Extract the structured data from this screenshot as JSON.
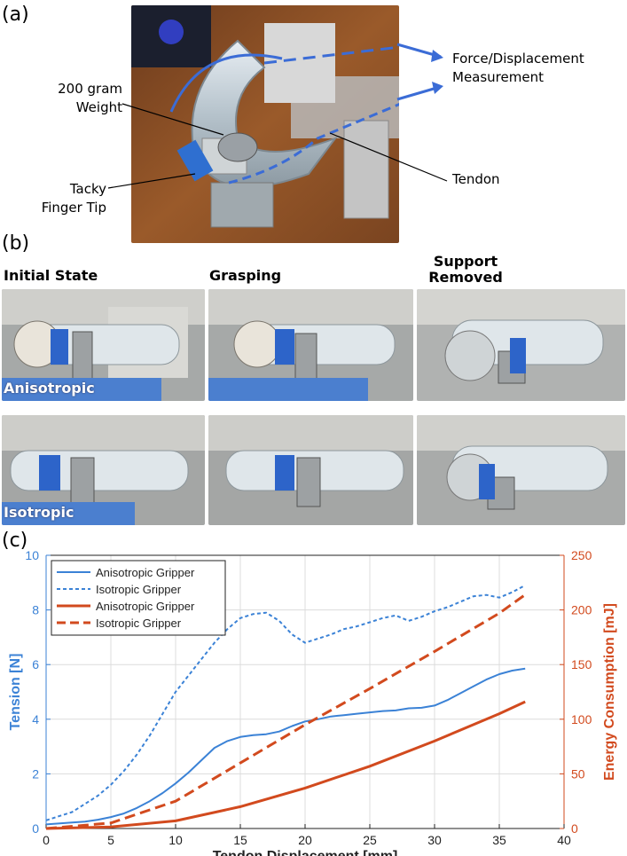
{
  "panel_a": {
    "label": "(a)",
    "callouts": {
      "weight_line1": "200 gram",
      "weight_line2": "Weight",
      "tip_line1": "Tacky",
      "tip_line2": "Finger Tip",
      "force_line1": "Force/Displacement",
      "force_line2": "Measurement",
      "tendon": "Tendon"
    }
  },
  "panel_b": {
    "label": "(b)",
    "columns": [
      "Initial State",
      "Grasping",
      "Support Removed"
    ],
    "rows": [
      "Anisotropic",
      "Isotropic"
    ]
  },
  "panel_c": {
    "label": "(c)"
  },
  "chart_data": {
    "type": "line",
    "xlabel": "Tendon Displacement [mm]",
    "ylabel_left": "Tension [N]",
    "ylabel_right": "Energy Consumption [mJ]",
    "xlim": [
      0,
      40
    ],
    "ylim_left": [
      0,
      10
    ],
    "ylim_right": [
      0,
      250
    ],
    "xticks": [
      "0",
      "5",
      "10",
      "15",
      "20",
      "25",
      "30",
      "35",
      "40"
    ],
    "yticks_left": [
      "0",
      "2",
      "4",
      "6",
      "8",
      "10"
    ],
    "yticks_right": [
      "0",
      "50",
      "100",
      "150",
      "200",
      "250"
    ],
    "grid": true,
    "legend_position": "top-left",
    "colors": {
      "blue": "#3b82d6",
      "orange": "#d24a1e"
    },
    "series": [
      {
        "name": "Anisotropic Gripper",
        "axis": "left",
        "style": "solid",
        "color": "#3b82d6",
        "x": [
          0,
          2,
          3,
          4,
          5,
          6,
          7,
          8,
          9,
          10,
          11,
          12,
          13,
          14,
          15,
          16,
          17,
          18,
          19,
          20,
          21,
          22,
          23,
          24,
          25,
          26,
          27,
          28,
          29,
          30,
          31,
          32,
          33,
          34,
          35,
          36,
          37
        ],
        "y": [
          0.15,
          0.22,
          0.25,
          0.32,
          0.42,
          0.55,
          0.75,
          1.0,
          1.3,
          1.65,
          2.05,
          2.5,
          2.95,
          3.2,
          3.35,
          3.42,
          3.45,
          3.55,
          3.75,
          3.92,
          4.0,
          4.1,
          4.15,
          4.2,
          4.25,
          4.3,
          4.32,
          4.4,
          4.42,
          4.5,
          4.7,
          4.95,
          5.2,
          5.45,
          5.65,
          5.78,
          5.85
        ]
      },
      {
        "name": "Isotropic Gripper",
        "axis": "left",
        "style": "dotted",
        "color": "#3b82d6",
        "x": [
          0,
          1,
          2,
          3,
          4,
          5,
          6,
          7,
          8,
          9,
          10,
          11,
          12,
          13,
          14,
          15,
          16,
          17,
          18,
          19,
          20,
          21,
          22,
          23,
          24,
          25,
          26,
          27,
          28,
          29,
          30,
          31,
          32,
          33,
          34,
          35,
          36,
          37
        ],
        "y": [
          0.3,
          0.45,
          0.6,
          0.9,
          1.2,
          1.6,
          2.1,
          2.7,
          3.4,
          4.2,
          5.0,
          5.6,
          6.2,
          6.8,
          7.3,
          7.7,
          7.85,
          7.9,
          7.6,
          7.1,
          6.8,
          6.95,
          7.1,
          7.3,
          7.4,
          7.55,
          7.7,
          7.8,
          7.6,
          7.75,
          7.95,
          8.1,
          8.3,
          8.5,
          8.55,
          8.45,
          8.65,
          8.9
        ]
      },
      {
        "name": "Anisotropic Gripper",
        "axis": "right",
        "style": "solid",
        "color": "#d24a1e",
        "x": [
          0,
          5,
          10,
          15,
          20,
          25,
          30,
          35,
          37
        ],
        "y": [
          0,
          1.5,
          7,
          20,
          37,
          57,
          80,
          105,
          116
        ]
      },
      {
        "name": "Isotropic Gripper",
        "axis": "right",
        "style": "dashed",
        "color": "#d24a1e",
        "x": [
          0,
          5,
          10,
          15,
          20,
          25,
          30,
          35,
          37
        ],
        "y": [
          0,
          5,
          25,
          60,
          95,
          128,
          162,
          197,
          214
        ]
      }
    ]
  }
}
